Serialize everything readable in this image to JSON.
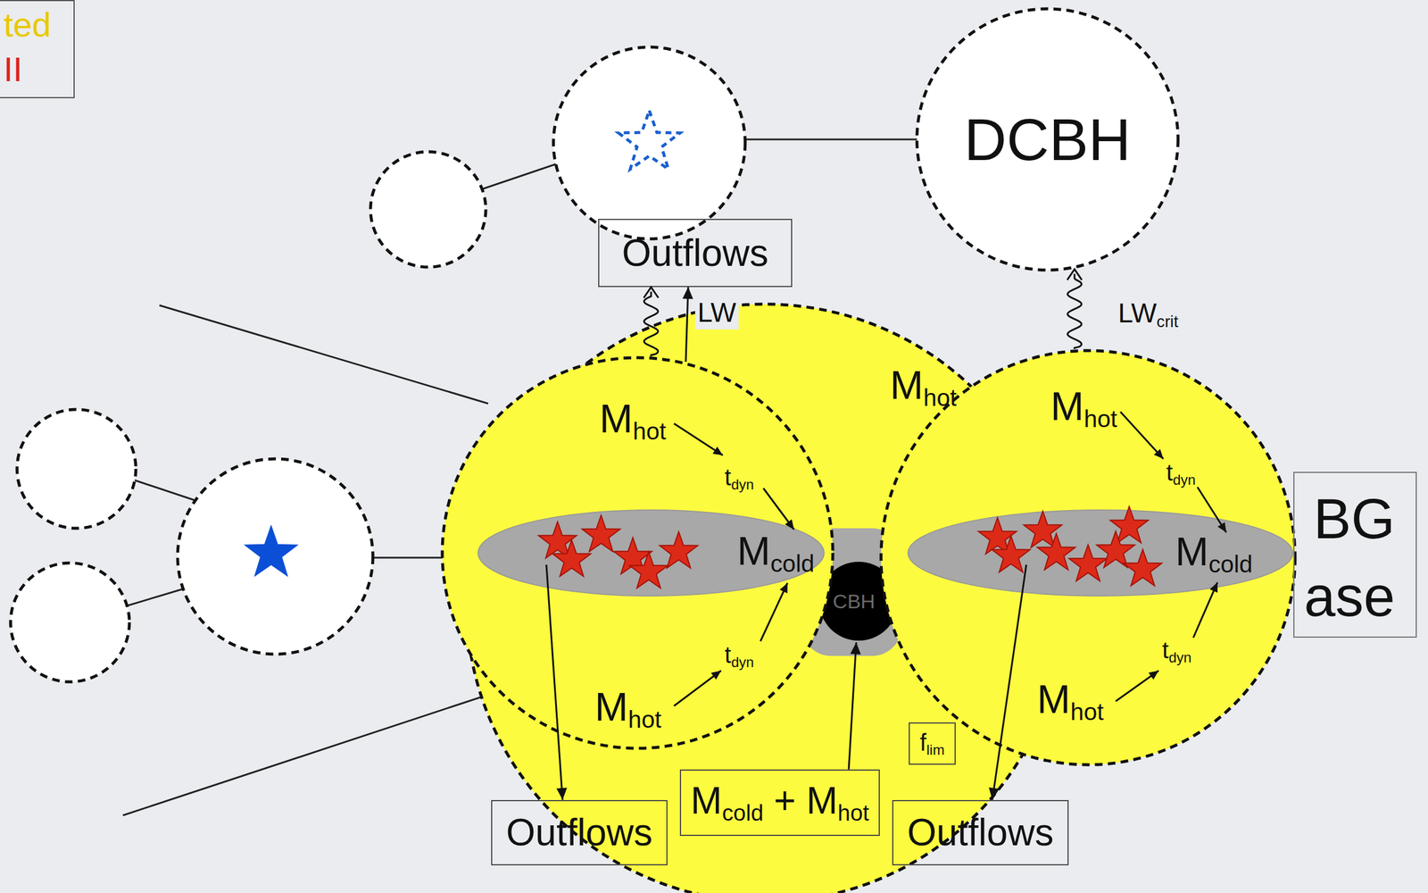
{
  "diagram": {
    "nodes": [
      {
        "text": [
          "ted",
          "II"
        ]
      },
      {
        "text": [
          "DCBH"
        ]
      },
      {
        "text": [
          "Outflows"
        ]
      },
      {
        "text": [
          "Mhot"
        ]
      },
      {
        "text": [
          "Mhot",
          "tdyn",
          "Mcold",
          "tdyn",
          "Mhot"
        ]
      },
      {
        "text": [
          "Mhot",
          "tdyn",
          "Mcold",
          "tdyn",
          "Mhot"
        ]
      },
      {
        "text": [
          "CBH"
        ],
        "in": 3
      },
      {
        "text": [
          "BG ase"
        ]
      },
      {
        "text": [
          "flim"
        ],
        "in": 3
      },
      {
        "text": [
          "Outflows"
        ]
      },
      {
        "text": [
          "Mcold + Mhot"
        ],
        "in": 3
      },
      {
        "text": [
          "Outflows"
        ]
      }
    ],
    "edges": [
      {
        "from": 4,
        "to": 2,
        "label": "LW",
        "arrow": "to"
      },
      {
        "from": 4,
        "to": 2,
        "arrow": "to"
      },
      {
        "from": 5,
        "to": 1,
        "label": "LWcrit",
        "arrow": "to"
      },
      {
        "from": 4,
        "to": 9,
        "arrow": "to"
      },
      {
        "from": 5,
        "to": 11,
        "arrow": "to"
      },
      {
        "from": 10,
        "to": 6,
        "arrow": "to"
      }
    ]
  }
}
